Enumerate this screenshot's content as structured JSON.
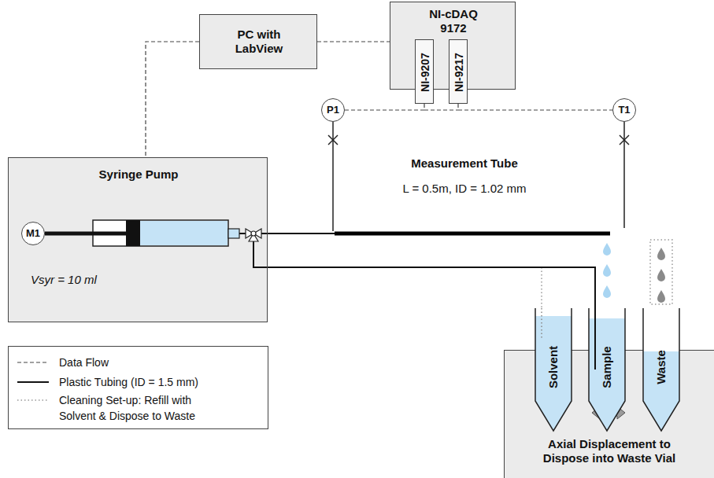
{
  "diagram": {
    "nodes": [
      {
        "text": [
          "PC with LabView"
        ]
      },
      {
        "text": [
          "NI-cDAQ 9172"
        ]
      },
      {
        "text": [
          "NI-9207"
        ],
        "in": 1
      },
      {
        "text": [
          "NI-9217"
        ],
        "in": 1
      },
      {
        "text": [
          "P1"
        ]
      },
      {
        "text": [
          "T1"
        ]
      },
      {
        "text": [
          "Syringe Pump",
          "Vsyr = 10 ml"
        ]
      },
      {
        "text": [
          "M1"
        ],
        "in": 6
      },
      {
        "text": [
          "Axial Displacement to Dispose into Waste Vial"
        ]
      },
      {
        "text": [
          "Solvent"
        ]
      },
      {
        "text": [
          "Sample"
        ]
      },
      {
        "text": [
          "Waste"
        ]
      }
    ],
    "edges": [
      {
        "from": 0,
        "to": 6,
        "arrow": "none"
      },
      {
        "from": 0,
        "to": 1,
        "arrow": "none"
      },
      {
        "from": 2,
        "to": 4,
        "arrow": "none"
      },
      {
        "from": 3,
        "to": 5,
        "arrow": "none"
      },
      {
        "from": 6,
        "to": 10,
        "arrow": "none"
      }
    ],
    "labels": [
      "Measurement Tube",
      "L = 0.5m, ID = 1.02 mm"
    ],
    "legend": [
      {
        "text": "Data Flow"
      },
      {
        "text": "Plastic Tubing (ID = 1.5 mm)"
      },
      {
        "text": "Cleaning Set-up: Refill with Solvent & Dispose to Waste"
      }
    ]
  }
}
